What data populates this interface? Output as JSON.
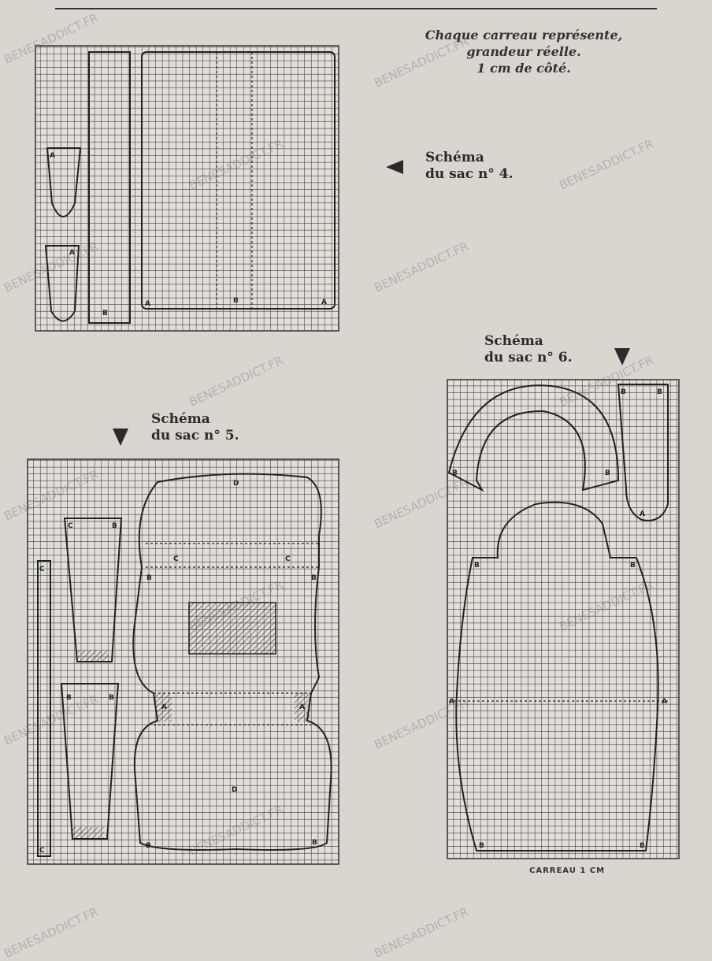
{
  "caption": {
    "line1": "Chaque carreau représente,",
    "line2": "grandeur réelle.",
    "line3": "1 cm de côté."
  },
  "schemas": [
    {
      "line1": "Schéma",
      "line2": "du sac n° 4.",
      "arrow": "triangle-left-icon"
    },
    {
      "line1": "Schéma",
      "line2": "du sac n° 5.",
      "arrow": "triangle-down-icon"
    },
    {
      "line1": "Schéma",
      "line2": "du sac n° 6.",
      "arrow": "triangle-down-icon"
    }
  ],
  "footer": "CARREAU 1 CM",
  "watermark": "BENESADDICT.FR",
  "labels": {
    "a": "A",
    "b": "B",
    "c": "C",
    "d": "D"
  },
  "colors": {
    "paper": "#d9d6d0",
    "ink": "#2a2a2a",
    "grid": "#3a3a3a"
  }
}
